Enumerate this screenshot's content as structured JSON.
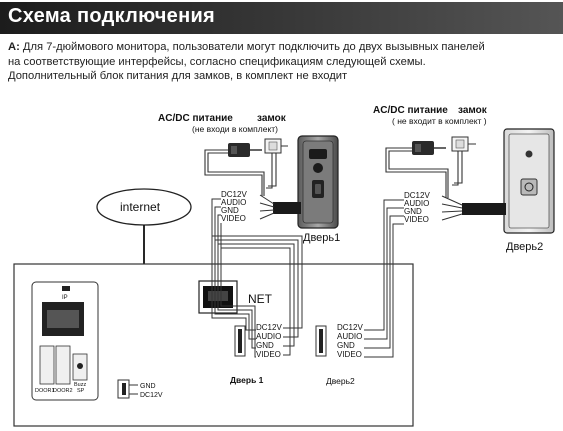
{
  "header": {
    "title": "Схема подключения"
  },
  "note": {
    "prefix": "A:",
    "line1": " Для  7-дюймового  монитора, пользователи могут подключить до двух вызывных панелей",
    "line2": "на соответствующие интерфейсы,  согласно спецификациям следующей схемы.",
    "line3": "Дополнительный блок питания для замков, в комплект не входит"
  },
  "door1": {
    "power_label": "AC/DC питание",
    "lock_label": "замок",
    "not_included": "(не входи в комплект)",
    "wires": [
      "DC12V",
      "AUDIO",
      "GND",
      "VIDEO"
    ],
    "panel_label": "Дверь1"
  },
  "door2": {
    "power_label": "AC/DC питание",
    "lock_label": "замок",
    "not_included": "( не входит в комплект )",
    "wires": [
      "DC12V",
      "AUDIO",
      "GND",
      "VIDEO"
    ],
    "panel_label": "Дверь2"
  },
  "internet": {
    "label": "internet"
  },
  "monitor": {
    "net_label": "NET",
    "ip_label": "IP",
    "door1_conn": "DOOR1",
    "door2_conn": "DOOR2",
    "buzz_label": "Buzz",
    "sp_label": "SP",
    "port1": {
      "wires": [
        "DC12V",
        "AUDIO",
        "GND",
        "VIDEO"
      ],
      "label": "Дверь 1"
    },
    "port2": {
      "wires": [
        "DC12V",
        "AUDIO",
        "GND",
        "VIDEO"
      ],
      "label": "Дверь2"
    },
    "power": {
      "wires": [
        "GND",
        "DC12V"
      ]
    }
  }
}
